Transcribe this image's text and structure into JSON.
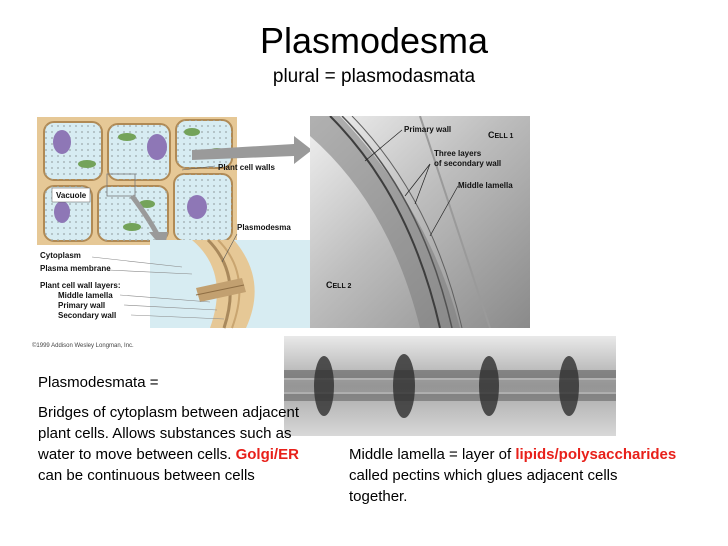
{
  "title": "Plasmodesma",
  "subtitle": "plural = plasmodasmata",
  "diagram": {
    "plant_cell_walls": "Plant cell walls",
    "vacuole": "Vacuole",
    "plasmodesma": "Plasmodesma",
    "cytoplasm": "Cytoplasm",
    "plasma_membrane": "Plasma membrane",
    "wall_layers": "Plant cell wall layers:",
    "middle_lamella": "Middle lamella",
    "primary_wall": "Primary wall",
    "secondary_wall": "Secondary wall",
    "copyright": "©1999 Addison Wesley Longman, Inc."
  },
  "micrograph": {
    "primary_wall": "Primary wall",
    "cell1_c": "C",
    "cell1_rest": "ELL 1",
    "three_layers_1": "Three layers",
    "three_layers_2": "of secondary wall",
    "middle_lamella": "Middle lamella",
    "cell2_c": "C",
    "cell2_rest": "ELL 2"
  },
  "left_text": {
    "heading": "Plasmodesmata =",
    "body_before": "Bridges of cytoplasm between adjacent plant cells. Allows substances such as water to move between cells. ",
    "highlight": "Golgi/ER",
    "body_after": " can be continuous between cells"
  },
  "right_text": {
    "before": "Middle lamella = layer of ",
    "highlight": "lipids/polysaccharides",
    "after": " called pectins which glues adjacent cells together."
  },
  "colors": {
    "highlight": "#e8201a",
    "wall_tan": "#e6c896",
    "cytoplasm_blue": "#d7ecf2",
    "nucleus_purple": "#8e77b6",
    "chloroplast_green": "#74a35a"
  }
}
